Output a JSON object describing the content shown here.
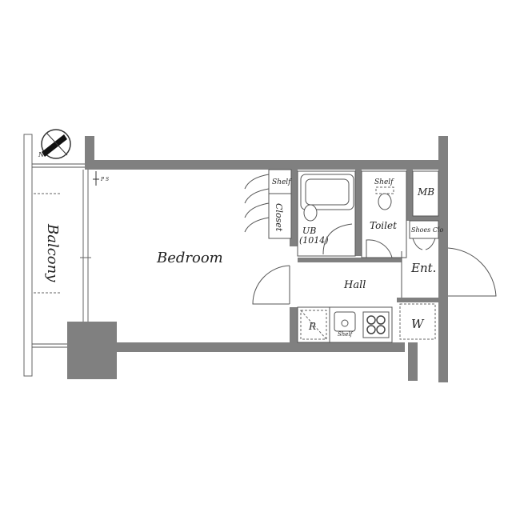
{
  "rooms": {
    "bedroom": "Bedroom",
    "balcony": "Balcony",
    "hall": "Hall",
    "toilet": "Toilet",
    "closet": "Closet",
    "shelf_bedroom": "Shelf",
    "shelf_toilet": "Shelf",
    "shelf_kitchen": "Shelf",
    "ub": "UB",
    "ub_size": "(1014)",
    "mb": "MB",
    "shoes_closet": "Shoes Clo",
    "entrance": "Ent.",
    "refrigerator": "R",
    "washer": "W",
    "ps": "P S"
  },
  "compass": {
    "north_label": "N"
  }
}
